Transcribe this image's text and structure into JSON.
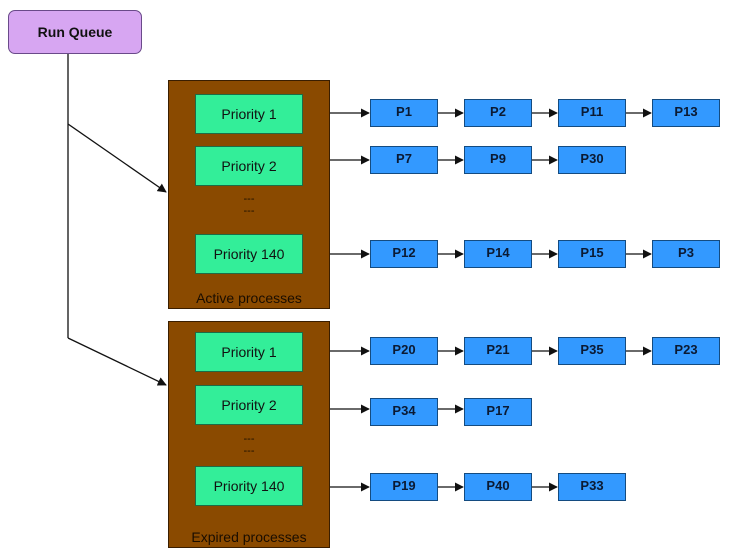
{
  "run_queue_label": "Run Queue",
  "groups": [
    {
      "label": "Active processes",
      "rows": [
        {
          "priority": "Priority 1",
          "processes": [
            "P1",
            "P2",
            "P11",
            "P13"
          ]
        },
        {
          "priority": "Priority 2",
          "processes": [
            "P7",
            "P9",
            "P30"
          ]
        },
        {
          "priority": "Priority 140",
          "processes": [
            "P12",
            "P14",
            "P15",
            "P3"
          ]
        }
      ],
      "ellipsis": [
        "---",
        "---"
      ]
    },
    {
      "label": "Expired processes",
      "rows": [
        {
          "priority": "Priority 1",
          "processes": [
            "P20",
            "P21",
            "P35",
            "P23"
          ]
        },
        {
          "priority": "Priority 2",
          "processes": [
            "P34",
            "P17"
          ]
        },
        {
          "priority": "Priority 140",
          "processes": [
            "P19",
            "P40",
            "P33"
          ]
        }
      ],
      "ellipsis": [
        "---",
        "---"
      ]
    }
  ],
  "colors": {
    "run_queue_fill": "#d7a6f2",
    "group_fill": "#8a4a00",
    "priority_fill": "#33ee99",
    "process_fill": "#3399ff"
  }
}
